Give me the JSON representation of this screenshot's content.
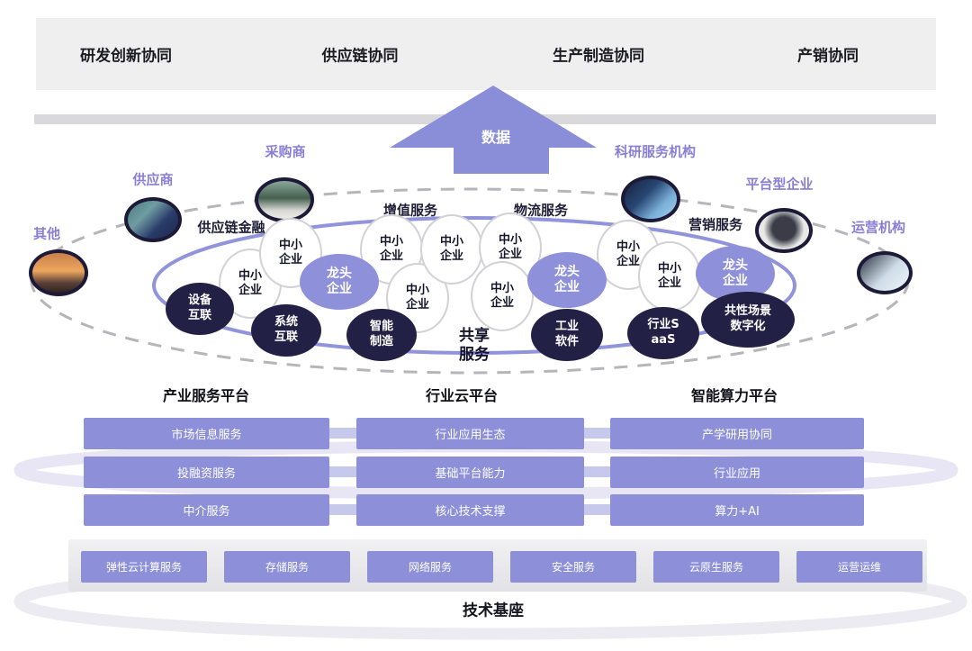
{
  "top_bar": {
    "items": [
      "研发创新协同",
      "供应链协同",
      "生产制造协同",
      "产销协同"
    ]
  },
  "arrow": {
    "label": "数据"
  },
  "ecosystem": {
    "actor_labels": [
      "其他",
      "供应商",
      "采购商",
      "科研服务机构",
      "平台型企业",
      "运营机构"
    ],
    "ring_labels": {
      "supply_chain_finance": "供应链金融",
      "value_added": "增值服务",
      "logistics": "物流服务",
      "marketing": "营销服务",
      "shared": "共享服务"
    },
    "sme_label": "中小企业",
    "leader_label": "龙头企业",
    "capabilities": [
      "设备互联",
      "系统互联",
      "智能制造",
      "工业软件",
      "行业SaaS",
      "共性场景数字化"
    ]
  },
  "platforms": [
    {
      "title": "产业服务平台",
      "rows": [
        "市场信息服务",
        "投融资服务",
        "中介服务"
      ]
    },
    {
      "title": "行业云平台",
      "rows": [
        "行业应用生态",
        "基础平台能力",
        "核心技术支撑"
      ]
    },
    {
      "title": "智能算力平台",
      "rows": [
        "产学研用协同",
        "行业应用",
        "算力+AI"
      ]
    }
  ],
  "foundation": {
    "services": [
      "弹性云计算服务",
      "存储服务",
      "网络服务",
      "安全服务",
      "云原生服务",
      "运营运维"
    ],
    "label": "技术基座"
  },
  "colors": {
    "accent_purple": "#8d90d8",
    "dark_navy": "#232045",
    "label_purple": "#8a7ed6",
    "bar_gray": "#efeff0"
  }
}
